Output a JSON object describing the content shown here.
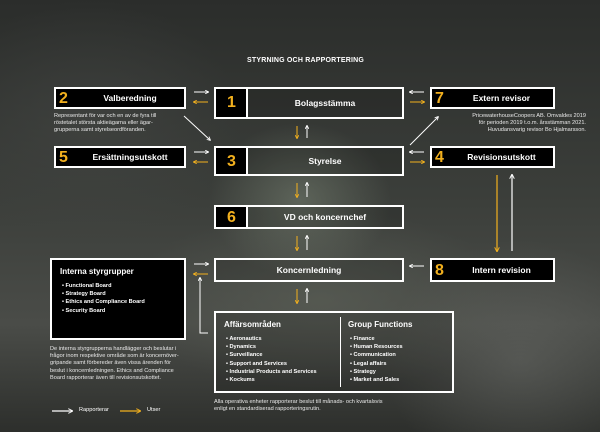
{
  "title": "STYRNING OCH RAPPORTERING",
  "nodes": {
    "valberedning": {
      "num": "2",
      "label": "Valberedning"
    },
    "bolagsstamma": {
      "num": "1",
      "label": "Bolagsstämma"
    },
    "extern_revisor": {
      "num": "7",
      "label": "Extern revisor"
    },
    "ersattningsutskott": {
      "num": "5",
      "label": "Ersättningsutskott"
    },
    "styrelse": {
      "num": "3",
      "label": "Styrelse"
    },
    "revisionsutskott": {
      "num": "4",
      "label": "Revisionsutskott"
    },
    "vd": {
      "num": "6",
      "label": "VD och koncernchef"
    },
    "koncernledning": {
      "label": "Koncernledning"
    },
    "intern_revision": {
      "num": "8",
      "label": "Intern revision"
    }
  },
  "notes": {
    "valberedning": "Representant för var och en av de fyra till\nröstetalet största aktieägarna eller ägar-\ngrupperna samt styrelseordföranden.",
    "extern_revisor": "PricewaterhouseCoopers AB. Omvaldes 2019\nför perioden 2019 t.o.m. årsstämman 2021.\nHuvudansvarig revisor Bo Hjalmarsson.",
    "interna_styrgrupper": "De interna styrgrupperna handlägger och beslutar i\nfrågor inom respektive område som är koncernöver-\ngripande samt förbereder även vissa ärenden för\nbeslut i koncernledningen. Ethics and Compliance\nBoard rapporterar även till revisionsutskottet.",
    "affarsomraden": "Alla operativa enheter rapporterar beslut till månads- och kvartalsvis\nenligt en standardiserad rapporteringsrutin."
  },
  "interna_styrgrupper": {
    "title": "Interna styrgrupper",
    "items": [
      "Functional Board",
      "Strategy Board",
      "Ethics and Compliance Board",
      "Security Board"
    ]
  },
  "affarsomraden": {
    "title": "Affärsområden",
    "items": [
      "Aeronautics",
      "Dynamics",
      "Surveillance",
      "Support and Services",
      "Industrial Products and Services",
      "Kockums"
    ]
  },
  "group_functions": {
    "title": "Group Functions",
    "items": [
      "Finance",
      "Human Resources",
      "Communication",
      "Legal affairs",
      "Strategy",
      "Market and Sales"
    ]
  },
  "legend": {
    "rapporterar": "Rapporterar",
    "utser": "Utser"
  },
  "colors": {
    "accent": "#f2b01e",
    "report_arrow": "#ffffff"
  }
}
